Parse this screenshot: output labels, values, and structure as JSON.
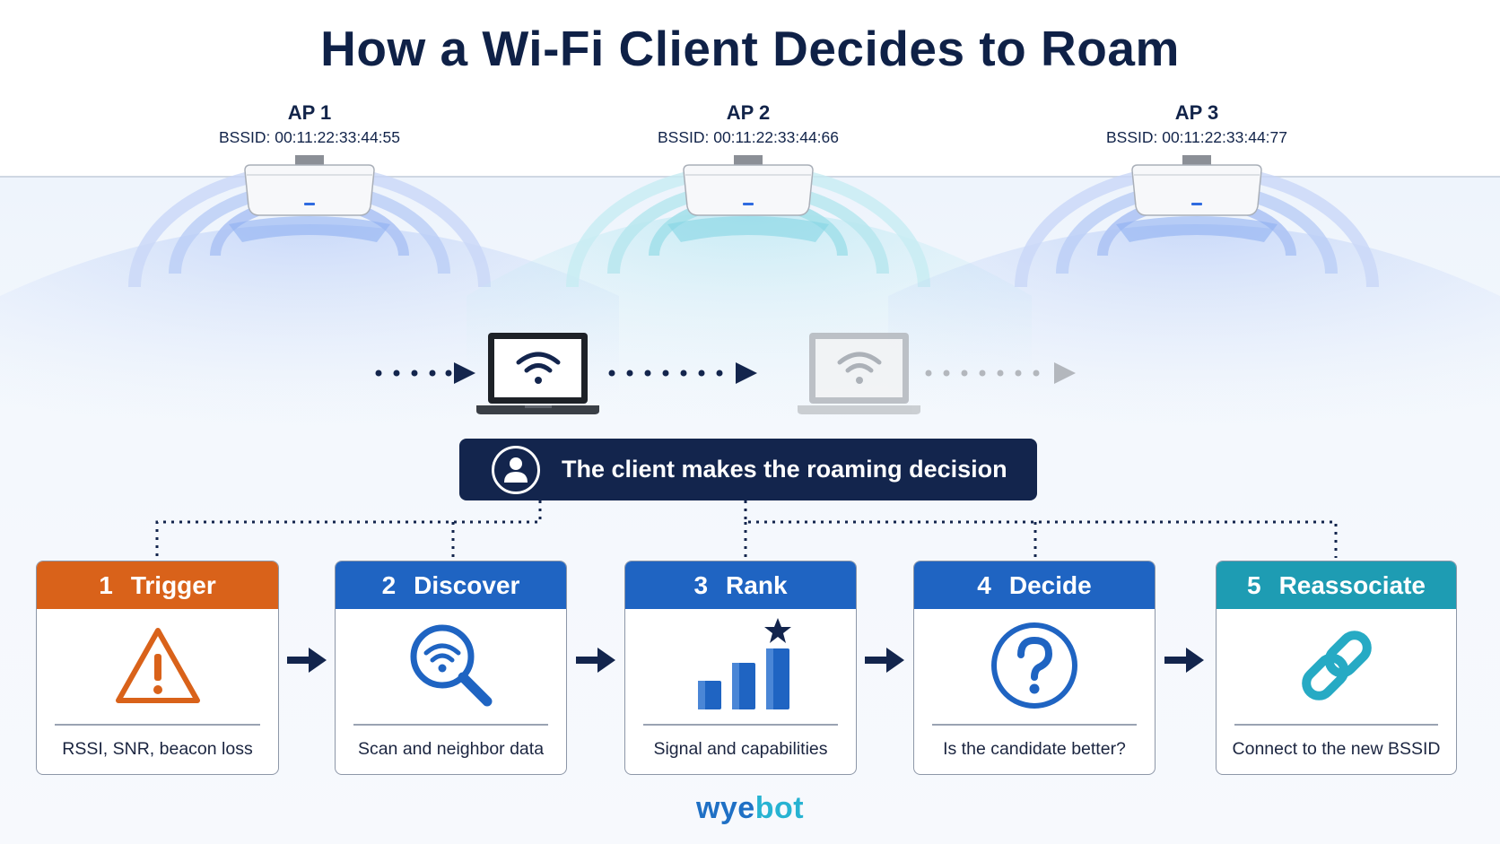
{
  "title": "How a Wi-Fi Client Decides to Roam",
  "access_points": [
    {
      "name": "AP 1",
      "bssid": "BSSID: 00:11:22:33:44:55"
    },
    {
      "name": "AP 2",
      "bssid": "BSSID: 00:11:22:33:44:66"
    },
    {
      "name": "AP 3",
      "bssid": "BSSID: 00:11:22:33:44:77"
    }
  ],
  "banner": {
    "text": "The client makes the roaming decision",
    "icon": "user-icon"
  },
  "steps": [
    {
      "number": "1",
      "title": "Trigger",
      "description": "RSSI, SNR, beacon loss",
      "icon": "warning-icon",
      "color": "#d9621a"
    },
    {
      "number": "2",
      "title": "Discover",
      "description": "Scan and neighbor data",
      "icon": "wifi-search-icon",
      "color": "#1f64c2"
    },
    {
      "number": "3",
      "title": "Rank",
      "description": "Signal and capabilities",
      "icon": "bar-chart-star-icon",
      "color": "#1f64c2"
    },
    {
      "number": "4",
      "title": "Decide",
      "description": "Is the candidate better?",
      "icon": "question-icon",
      "color": "#1f64c2"
    },
    {
      "number": "5",
      "title": "Reassociate",
      "description": "Connect to the new BSSID",
      "icon": "link-icon",
      "color": "#1e9cb3"
    }
  ],
  "brand": {
    "part1": "wye",
    "part2": "bot"
  },
  "colors": {
    "navy": "#13254d",
    "trigger_orange": "#d9621a",
    "step_blue": "#1f64c2",
    "reassociate_teal": "#1e9cb3",
    "brand_blue": "#1f70c5",
    "brand_cyan": "#27b3d2"
  }
}
